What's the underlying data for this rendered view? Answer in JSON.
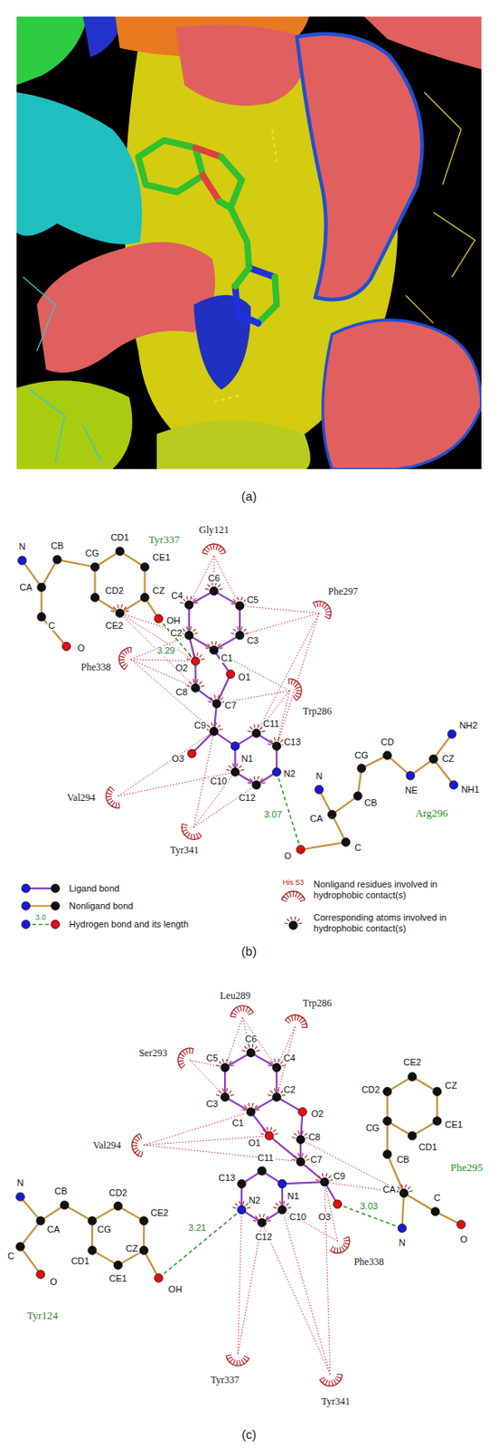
{
  "diagram": {
    "labels": [
      "(a)",
      "N",
      "CB",
      "CA",
      "C",
      "O",
      "CG",
      "CD1",
      "CE1",
      "CD2",
      "CZ",
      "CE2",
      "OH",
      "Tyr337",
      "Gly121",
      "C4",
      "C6",
      "C5",
      "C3",
      "C1",
      "C2",
      "O2",
      "O1",
      "C8",
      "C7",
      "C9",
      "O3",
      "N1",
      "C11",
      "C13",
      "C10",
      "C12",
      "N2",
      "3.29",
      "3.07",
      "Phe297",
      "Phe338",
      "Trp286",
      "Val294",
      "Tyr341",
      "N",
      "CA",
      "C",
      "O",
      "CB",
      "CG",
      "CD",
      "NE",
      "CZ",
      "NH2",
      "NH1",
      "Arg296",
      "3.0",
      "His 53",
      "(b)",
      "Leu289",
      "Trp286",
      "Ser293",
      "C6",
      "C4",
      "C5",
      "C3",
      "C1",
      "C2",
      "O2",
      "O1",
      "C8",
      "C7",
      "Val294",
      "C9",
      "O3",
      "C11",
      "N1",
      "C13",
      "N2",
      "C12",
      "C10",
      "3.03",
      "3.21",
      "Phe338",
      "Tyr337",
      "Tyr341",
      "CE2",
      "CZ",
      "CD2",
      "CE1",
      "CD1",
      "CG",
      "CB",
      "CA",
      "C",
      "O",
      "N",
      "Phe295",
      "N",
      "CB",
      "CA",
      "CD2",
      "CE2",
      "CG",
      "C",
      "CD1",
      "CZ",
      "CE1",
      "O",
      "OH",
      "Tyr124",
      "(c)"
    ],
    "legend": [
      {
        "text": "Ligand bond"
      },
      {
        "text": "Nonligand bond"
      },
      {
        "text": "Hydrogen bond and its length"
      },
      {
        "text": "Nonligand residues involved in hydrophobic contact(s)"
      },
      {
        "text": "Corresponding atoms involved in hydrophobic contact(s)"
      }
    ]
  }
}
